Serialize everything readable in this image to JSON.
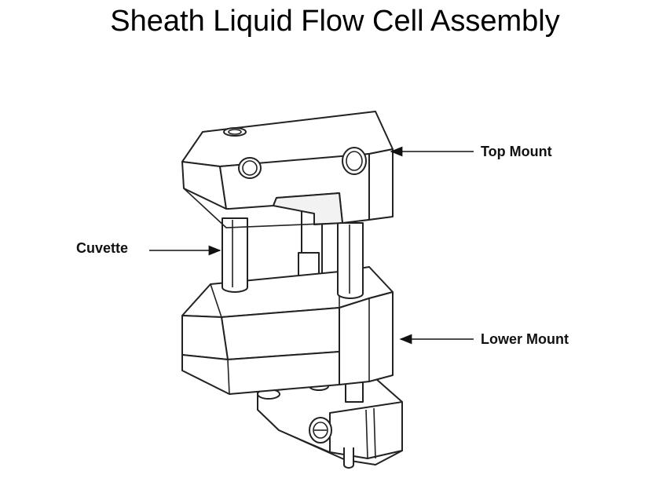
{
  "title": "Sheath Liquid Flow Cell Assembly",
  "labels": {
    "top_mount": "Top Mount",
    "cuvette": "Cuvette",
    "lower_mount": "Lower Mount"
  }
}
